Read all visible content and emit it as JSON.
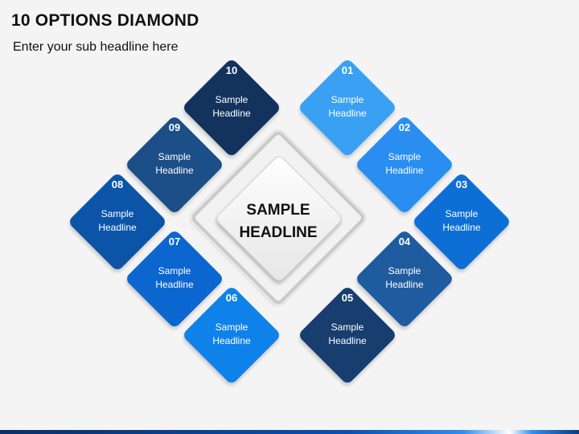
{
  "title": "10 OPTIONS DIAMOND",
  "subtitle": "Enter your sub headline here",
  "center": {
    "line1": "SAMPLE",
    "line2": "HEADLINE"
  },
  "options": [
    {
      "num": "01",
      "line1": "Sample",
      "line2": "Headline",
      "color": "#3aa0f3"
    },
    {
      "num": "02",
      "line1": "Sample",
      "line2": "Headline",
      "color": "#2a8ef0"
    },
    {
      "num": "03",
      "line1": "Sample",
      "line2": "Headline",
      "color": "#0d6fd6"
    },
    {
      "num": "04",
      "line1": "Sample",
      "line2": "Headline",
      "color": "#1f5c9f"
    },
    {
      "num": "05",
      "line1": "Sample",
      "line2": "Headline",
      "color": "#173e6f"
    },
    {
      "num": "06",
      "line1": "Sample",
      "line2": "Headline",
      "color": "#0f82ea"
    },
    {
      "num": "07",
      "line1": "Sample",
      "line2": "Headline",
      "color": "#0b66d0"
    },
    {
      "num": "08",
      "line1": "Sample",
      "line2": "Headline",
      "color": "#0c54a8"
    },
    {
      "num": "09",
      "line1": "Sample",
      "line2": "Headline",
      "color": "#1c4e88"
    },
    {
      "num": "10",
      "line1": "Sample",
      "line2": "Headline",
      "color": "#13335e"
    }
  ]
}
